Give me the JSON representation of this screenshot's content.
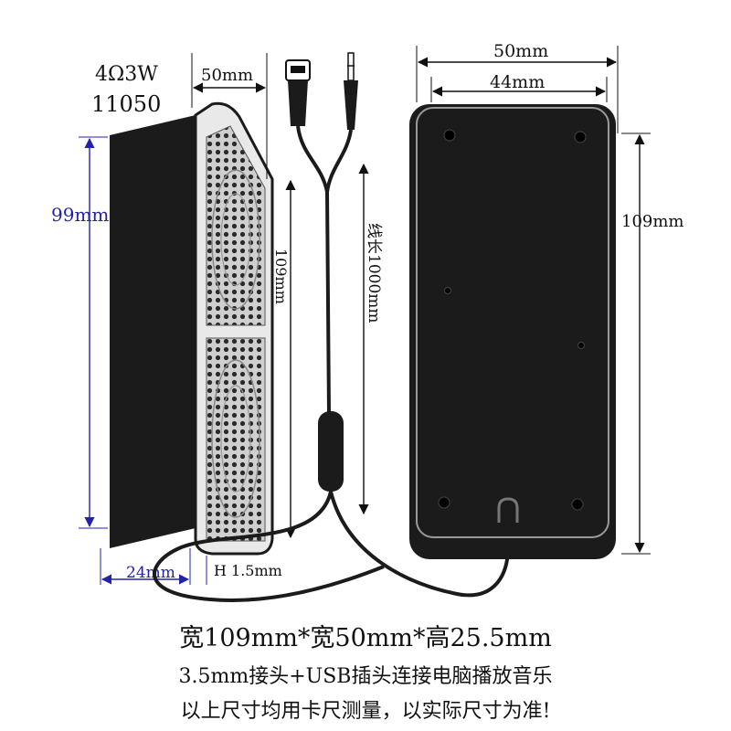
{
  "specs": {
    "impedance_power": "4Ω3W",
    "model": "11050"
  },
  "dimensions": {
    "side_width": "50mm",
    "side_height": "99mm",
    "side_depth": "24mm",
    "front_height": "109mm",
    "grille_depth": "H 1.5mm",
    "cable_length": "线长1000mm",
    "back_outer_width": "50mm",
    "back_inner_width": "44mm",
    "back_height": "109mm"
  },
  "captions": {
    "size": "宽109mm*宽50mm*高25.5mm",
    "connection": "3.5mm接头+USB插头连接电脑播放音乐",
    "note": "以上尺寸均用卡尺测量，以实际尺寸为准!"
  },
  "colors": {
    "body": "#1b1b1b",
    "dimension_blue": "#2222aa",
    "grille": "#d8d8d8"
  }
}
